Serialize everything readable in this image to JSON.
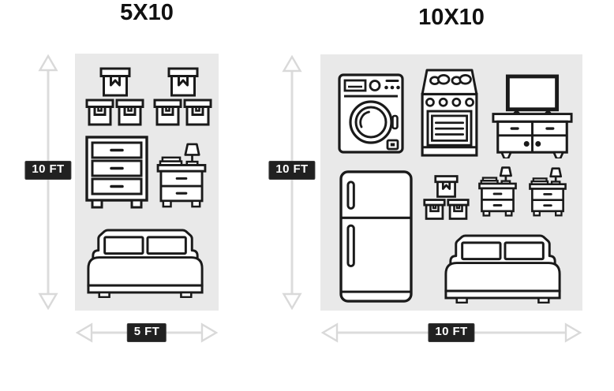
{
  "diagram": {
    "description": "Storage unit size comparison floor plans",
    "colors": {
      "panel_bg": "#e9e9e9",
      "arrow": "#dcdcdc",
      "label_bg": "#212121",
      "label_text": "#ffffff",
      "icon_stroke": "#1a1a1a",
      "title_text": "#111111"
    },
    "units": [
      {
        "id": "5x10",
        "title": "5X10",
        "height_label": "10 FT",
        "width_label": "5 FT",
        "contents": [
          "storage-boxes",
          "storage-boxes",
          "dresser",
          "nightstand-with-lamp",
          "bed"
        ]
      },
      {
        "id": "10x10",
        "title": "10X10",
        "height_label": "10 FT",
        "width_label": "10 FT",
        "contents": [
          "washing-machine",
          "stove",
          "tv-with-stand",
          "refrigerator",
          "storage-boxes",
          "nightstand-with-lamp",
          "nightstand-with-lamp",
          "bed"
        ]
      }
    ]
  }
}
